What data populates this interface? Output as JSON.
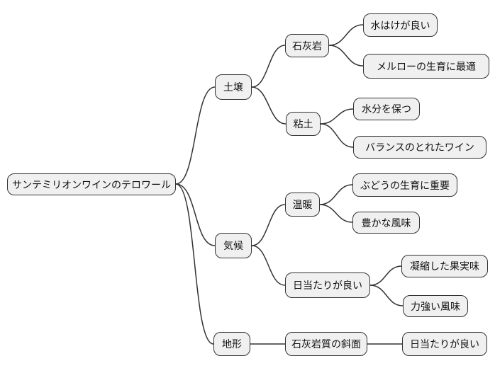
{
  "diagram": {
    "type": "mindmap",
    "background_color": "#ffffff",
    "node_fill_color": "#f0f0f0",
    "node_border_color": "#333333",
    "edge_color": "#333333",
    "nodes": {
      "root": {
        "label": "サンテミリオンワインのテロワール",
        "level": 0
      },
      "soil": {
        "label": "土壌",
        "level": 1
      },
      "limestone": {
        "label": "石灰岩",
        "level": 2
      },
      "drainage": {
        "label": "水はけが良い",
        "level": 3
      },
      "merlot": {
        "label": "メルローの生育に最適",
        "level": 3
      },
      "clay": {
        "label": "粘土",
        "level": 2
      },
      "moisture": {
        "label": "水分を保つ",
        "level": 3
      },
      "balanced": {
        "label": "バランスのとれたワイン",
        "level": 3
      },
      "climate": {
        "label": "気候",
        "level": 1
      },
      "warm": {
        "label": "温暖",
        "level": 2
      },
      "grape_growth": {
        "label": "ぶどうの生育に重要",
        "level": 3
      },
      "rich_flavor": {
        "label": "豊かな風味",
        "level": 3
      },
      "sunny": {
        "label": "日当たりが良い",
        "level": 2
      },
      "concentrated": {
        "label": "凝縮した果実味",
        "level": 3
      },
      "powerful": {
        "label": "力強い風味",
        "level": 3
      },
      "terrain": {
        "label": "地形",
        "level": 1
      },
      "limestone_slope": {
        "label": "石灰岩質の斜面",
        "level": 2
      },
      "sunny_leaf": {
        "label": "日当たりが良い",
        "level": 3
      }
    },
    "edges": [
      {
        "from": "root",
        "to": "soil"
      },
      {
        "from": "root",
        "to": "climate"
      },
      {
        "from": "root",
        "to": "terrain"
      },
      {
        "from": "soil",
        "to": "limestone"
      },
      {
        "from": "soil",
        "to": "clay"
      },
      {
        "from": "limestone",
        "to": "drainage"
      },
      {
        "from": "limestone",
        "to": "merlot"
      },
      {
        "from": "clay",
        "to": "moisture"
      },
      {
        "from": "clay",
        "to": "balanced"
      },
      {
        "from": "climate",
        "to": "warm"
      },
      {
        "from": "climate",
        "to": "sunny"
      },
      {
        "from": "warm",
        "to": "grape_growth"
      },
      {
        "from": "warm",
        "to": "rich_flavor"
      },
      {
        "from": "sunny",
        "to": "concentrated"
      },
      {
        "from": "sunny",
        "to": "powerful"
      },
      {
        "from": "terrain",
        "to": "limestone_slope"
      },
      {
        "from": "limestone_slope",
        "to": "sunny_leaf"
      }
    ]
  }
}
